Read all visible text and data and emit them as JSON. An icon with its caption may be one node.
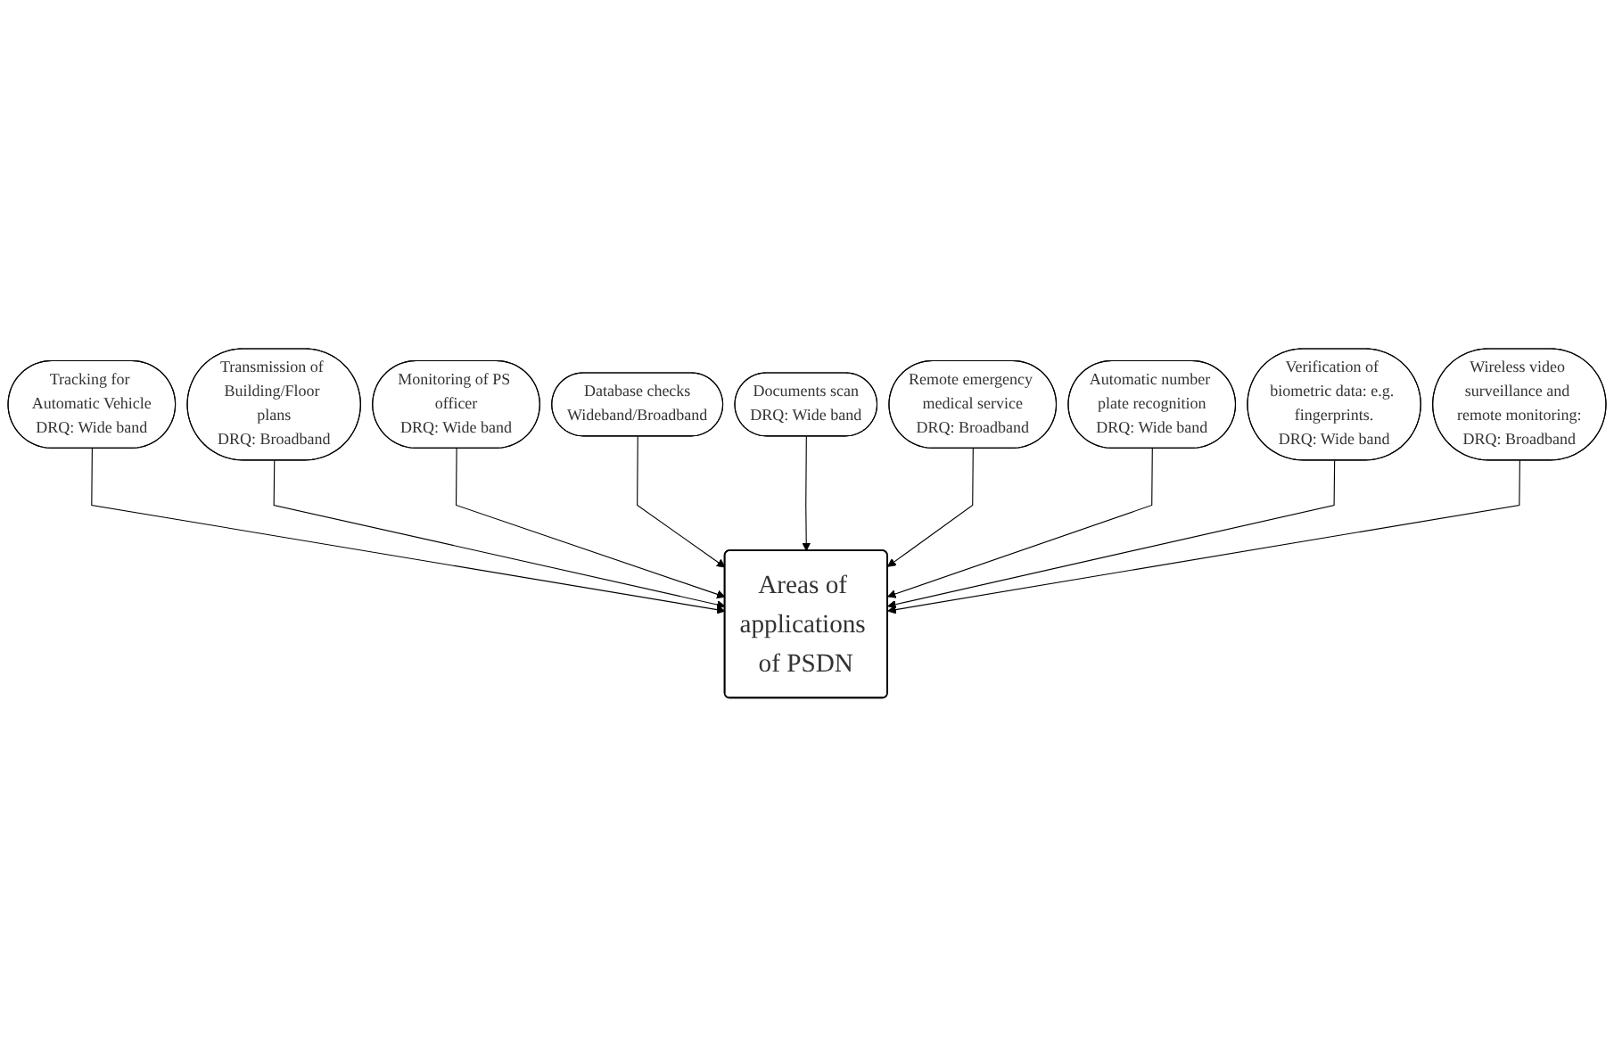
{
  "diagram": {
    "nodes": [
      {
        "text": [
          "Areas of applications of PSDN"
        ]
      },
      {
        "text": [
          "Tracking for Automatic Vehicle",
          "DRQ: Wide band"
        ]
      },
      {
        "text": [
          "Transmission of Building/Floor plans",
          "DRQ: Broadband"
        ]
      },
      {
        "text": [
          "Monitoring of PS officer",
          "DRQ: Wide band"
        ]
      },
      {
        "text": [
          "Database checks",
          "Wideband/Broadband"
        ]
      },
      {
        "text": [
          "Documents scan",
          "DRQ: Wide band"
        ]
      },
      {
        "text": [
          "Remote emergency medical service",
          "DRQ: Broadband"
        ]
      },
      {
        "text": [
          "Automatic number plate recognition",
          "DRQ: Wide band"
        ]
      },
      {
        "text": [
          "Verification of biometric data: e.g. fingerprints.",
          "DRQ: Wide band"
        ]
      },
      {
        "text": [
          "Wireless video surveillance and remote monitoring:",
          "DRQ: Broadband"
        ]
      }
    ],
    "edges": [
      {
        "from": 1,
        "to": 0,
        "arrow": "to"
      },
      {
        "from": 2,
        "to": 0,
        "arrow": "to"
      },
      {
        "from": 3,
        "to": 0,
        "arrow": "to"
      },
      {
        "from": 4,
        "to": 0,
        "arrow": "to"
      },
      {
        "from": 5,
        "to": 0,
        "arrow": "to"
      },
      {
        "from": 6,
        "to": 0,
        "arrow": "to"
      },
      {
        "from": 7,
        "to": 0,
        "arrow": "to"
      },
      {
        "from": 8,
        "to": 0,
        "arrow": "to"
      },
      {
        "from": 9,
        "to": 0,
        "arrow": "to"
      }
    ]
  }
}
